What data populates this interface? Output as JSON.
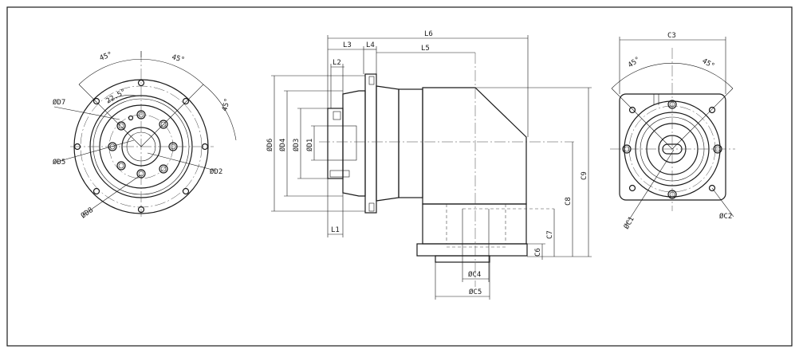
{
  "drawing": {
    "front_view": {
      "angle_left": "45°",
      "angle_right": "45°",
      "angle_side": "45°",
      "angle_small": "22.5°",
      "d7": "ØD7",
      "d5": "ØD5",
      "d8": "ØD8",
      "d2": "ØD2"
    },
    "side_view": {
      "l6": "L6",
      "l3": "L3",
      "l4": "L4",
      "l5": "L5",
      "l2": "L2",
      "l1": "L1",
      "d6": "ØD6",
      "d4": "ØD4",
      "d3": "ØD3",
      "d1": "ØD1",
      "c9": "C9",
      "c8": "C8",
      "c7": "C7",
      "c6": "C6",
      "c4": "ØC4",
      "c5": "ØC5"
    },
    "end_view": {
      "c3": "C3",
      "angle_left": "45°",
      "angle_right": "45°",
      "c1": "ØC1",
      "c2": "ØC2"
    }
  }
}
